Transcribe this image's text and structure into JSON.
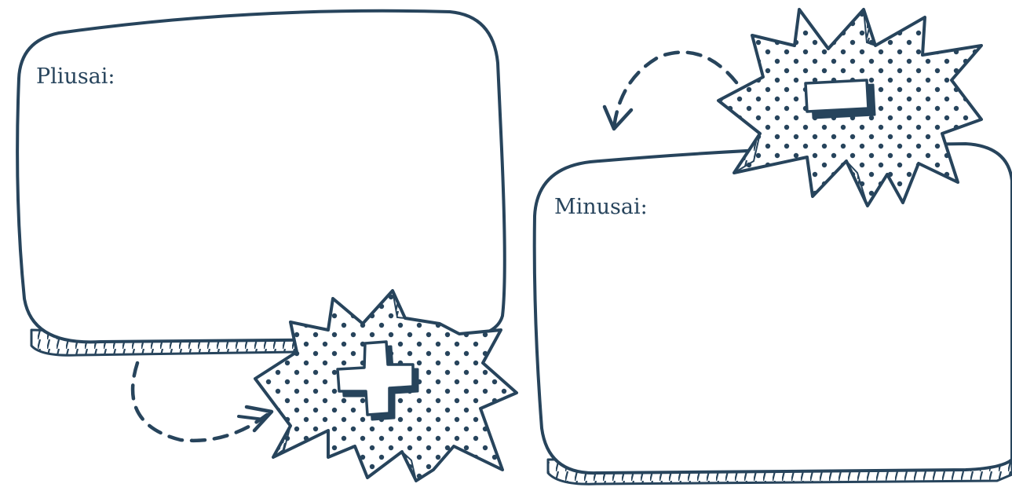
{
  "labels": {
    "pros": "Pliusai:",
    "cons": "Minusai:"
  },
  "icons": {
    "plus_burst": "plus-sign-burst",
    "minus_burst": "minus-sign-burst",
    "arrow_to_plus": "dashed-curved-arrow",
    "arrow_to_minus": "dashed-curved-arrow"
  },
  "colors": {
    "ink": "#27445c",
    "background": "#ffffff"
  }
}
